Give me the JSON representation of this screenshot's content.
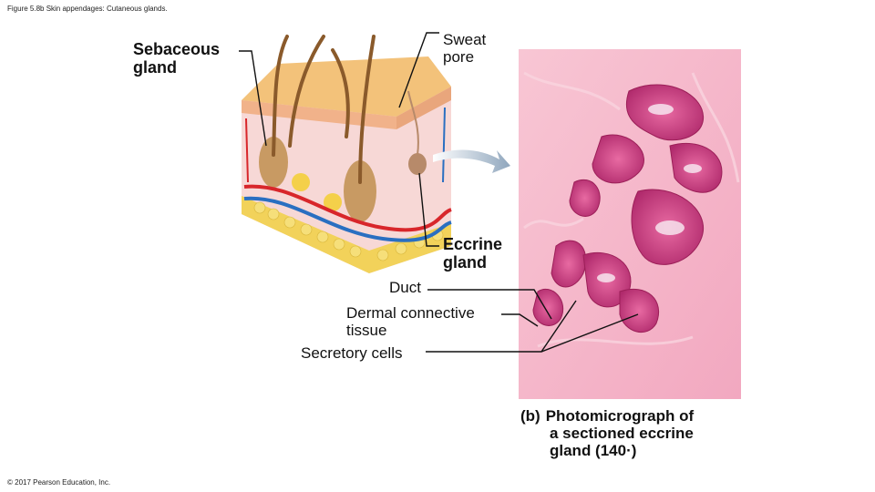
{
  "figure_caption": "Figure 5.8b Skin appendages: Cutaneous glands.",
  "copyright": "© 2017 Pearson Education, Inc.",
  "labels": {
    "sebaceous": [
      "Sebaceous",
      "gland"
    ],
    "sweat_pore": [
      "Sweat",
      "pore"
    ],
    "eccrine": [
      "Eccrine",
      "gland"
    ],
    "duct": "Duct",
    "dermal": [
      "Dermal connective",
      "tissue"
    ],
    "secretory": "Secretory cells"
  },
  "panel_caption": {
    "letter": "(b)",
    "lines": [
      "Photomicrograph of",
      "a sectioned eccrine",
      "gland (140·)"
    ]
  },
  "colors": {
    "epidermis": "#f3c27a",
    "dermis": "#f7d8d6",
    "fat": "#f2d25a",
    "hair": "#8a5a2b",
    "artery": "#d8262b",
    "vein": "#2a6fc1",
    "micrograph_bg": "#f6b7c9",
    "micrograph_cells": "#c2307a",
    "arrow": "#9fb4c7"
  }
}
